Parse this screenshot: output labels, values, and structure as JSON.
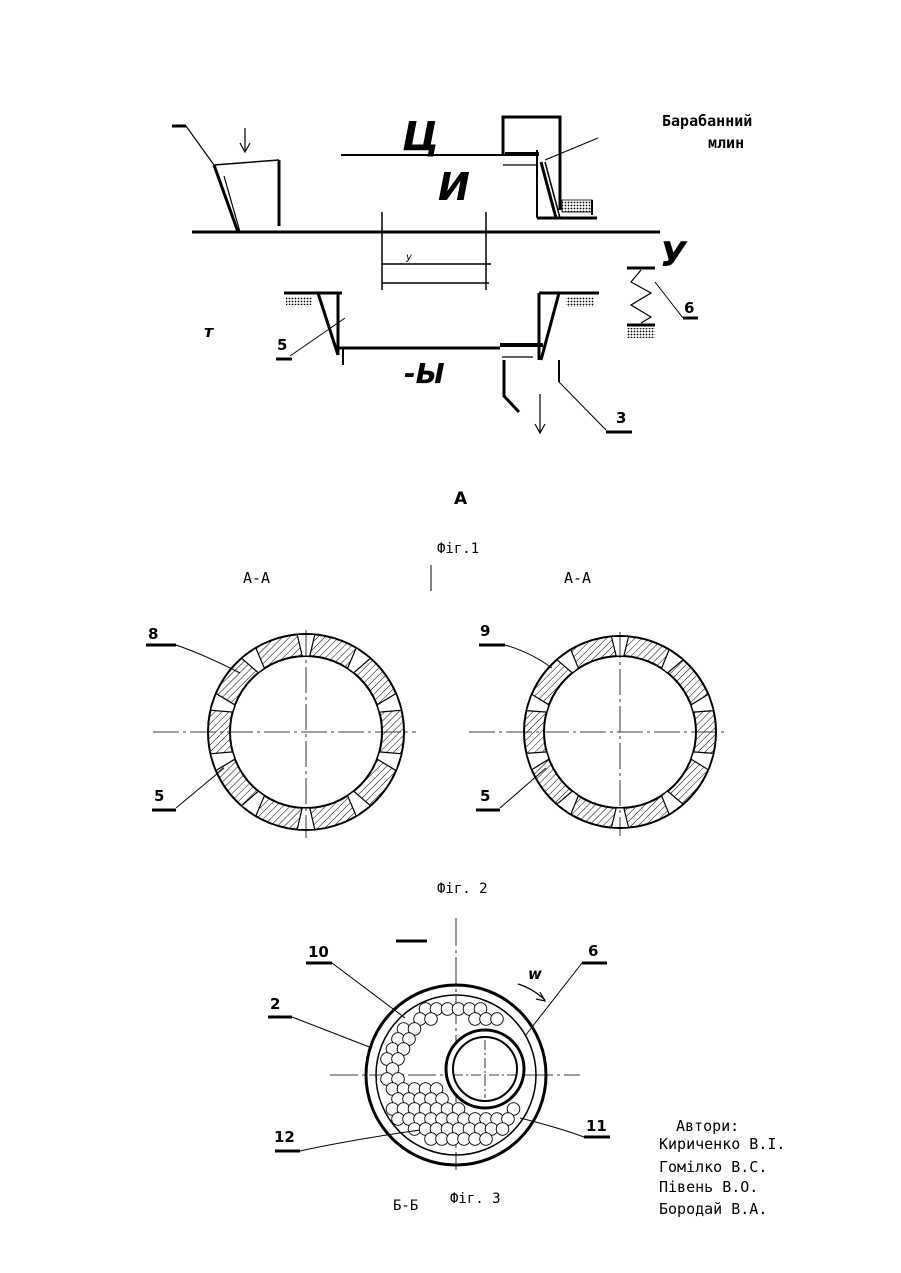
{
  "fig1": {
    "title_line1": "Барабанний",
    "title_line2": "млин",
    "letters": {
      "ts": "Ц",
      "y": "И",
      "u": "У",
      "tail": "-Ы",
      "small_t": "т",
      "small_u": "у"
    },
    "refs": {
      "ref_6": "6",
      "ref_5": "5",
      "ref_3": "3"
    },
    "section_label": "А",
    "caption": "Фiг.1"
  },
  "fig2": {
    "section_left": "А-А",
    "section_right": "А-А",
    "refs": {
      "left_top": "8",
      "left_bottom": "5",
      "right_top": "9",
      "right_bottom": "5"
    },
    "caption": "Фiг. 2"
  },
  "fig3": {
    "refs": {
      "r10": "10",
      "r2": "2",
      "r12": "12",
      "r6": "6",
      "r11": "11"
    },
    "rotation_label": "w",
    "section_label": "Б-Б",
    "caption": "Фiг. 3"
  },
  "authors": {
    "heading": "Автори:",
    "names": [
      "Кириченко В.I.",
      "Гомiлко В.С.",
      "Пiвень В.О.",
      "Бородай В.А."
    ]
  }
}
